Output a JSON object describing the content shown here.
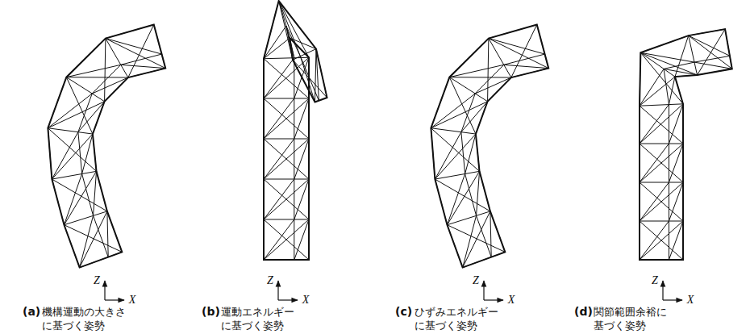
{
  "diagram": {
    "labels": [
      "Z",
      "X",
      "(a)",
      "機構運動の大きさ に基づく姿勢",
      "Z",
      "X",
      "(b)",
      "運動エネルギー に基づく姿勢",
      "Z",
      "X",
      "(c)",
      "ひずみエネルギー に基づく姿勢",
      "Z",
      "X",
      "(d)",
      "関節範囲余裕に 基づく姿勢"
    ]
  }
}
